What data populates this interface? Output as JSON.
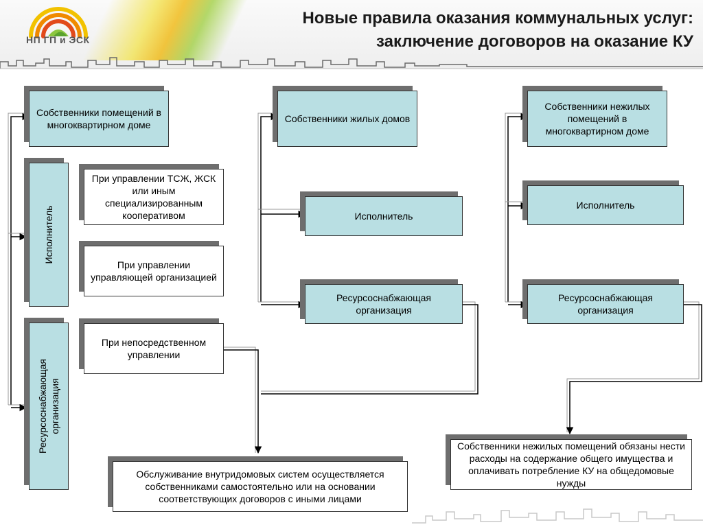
{
  "header": {
    "title_line1": "Новые правила оказания коммунальных услуг:",
    "title_line2": "заключение договоров на оказание КУ",
    "logo_text": "НП ГП и ЭСК"
  },
  "diagram": {
    "col1": {
      "owners_mkd": "Собственники помещений в многоквартирном доме",
      "executor_vertical": "Исполнитель",
      "rso_vertical_line1": "Ресурсоснабжающая",
      "rso_vertical_line2": "организация",
      "tszh": "При управлении ТСЖ, ЖСК или иным специализированным кооперативом",
      "uk": "При управлении управляющей организацией",
      "direct": "При непосредственном управлении"
    },
    "col2": {
      "owners_houses": "Собственники жилых домов",
      "executor": "Исполнитель",
      "rso": "Ресурсоснабжающая организация"
    },
    "col3": {
      "owners_nonres": "Собственники нежилых помещений в многоквартирном доме",
      "executor": "Исполнитель",
      "rso": "Ресурсоснабжающая организация"
    },
    "bottom_left": "Обслуживание внутридомовых систем осуществляется собственниками самостоятельно или на основании соответствующих договоров с иными лицами",
    "bottom_right": "Собственники нежилых помещений обязаны нести расходы на содержание общего имущества и оплачивать потребление КУ на общедомовые нужды"
  },
  "colors": {
    "teal_fill": "#b9dfe3",
    "shadow": "#6e6e6e",
    "border": "#333333"
  }
}
